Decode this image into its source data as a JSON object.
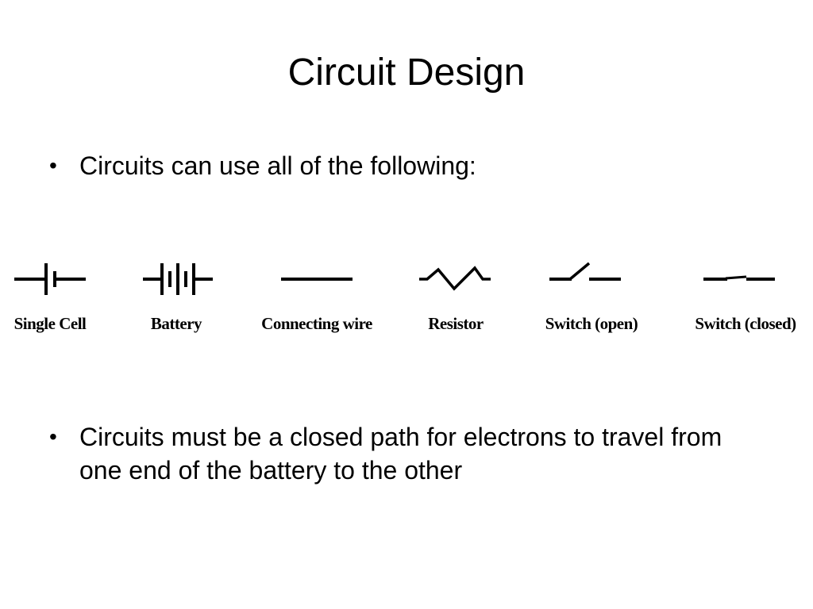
{
  "slide": {
    "title": "Circuit Design",
    "bullets": [
      "Circuits can use all of the following:",
      "Circuits must be a closed path for electrons to travel from one end of the battery to the other"
    ],
    "bullet_marker": "•"
  },
  "symbols": [
    {
      "label": "Single Cell",
      "icon": "single-cell-icon"
    },
    {
      "label": "Battery",
      "icon": "battery-icon"
    },
    {
      "label": "Connecting wire",
      "icon": "connecting-wire-icon"
    },
    {
      "label": "Resistor",
      "icon": "resistor-icon"
    },
    {
      "label": "Switch (open)",
      "icon": "open-switch-icon"
    },
    {
      "label": "Switch (closed)",
      "icon": "closed-switch-icon"
    }
  ]
}
